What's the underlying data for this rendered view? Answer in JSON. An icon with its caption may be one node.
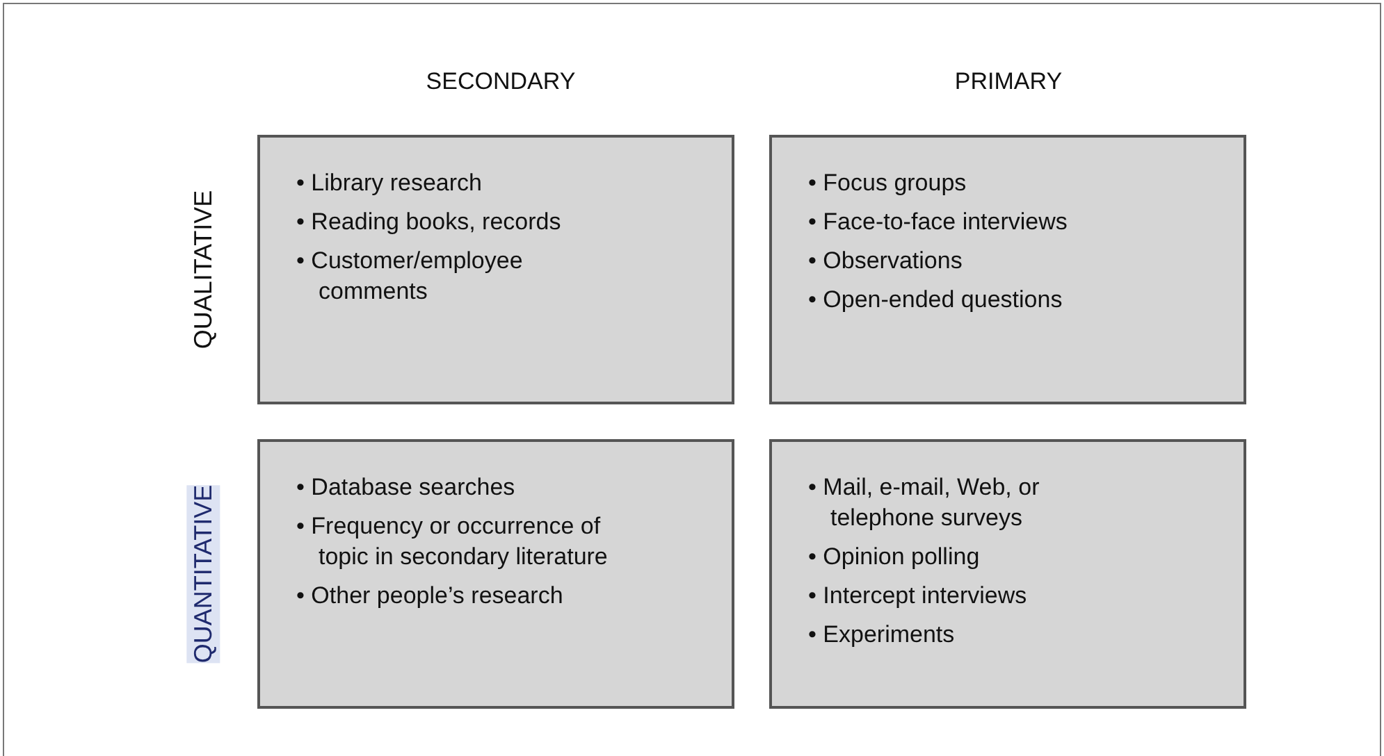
{
  "diagram": {
    "nodes": [
      {
        "text": [
          "• Library research",
          "• Reading books, records",
          "• Customer/employee comments"
        ]
      },
      {
        "text": [
          "• Focus groups",
          "• Face-to-face interviews",
          "• Observations",
          "• Open-ended questions"
        ]
      },
      {
        "text": [
          "• Database searches",
          "• Frequency or occurrence of topic in secondary literature",
          "• Other people’s research"
        ]
      },
      {
        "text": [
          "• Mail, e-mail, Web, or telephone surveys",
          "• Opinion polling",
          "• Intercept interviews",
          "• Experiments"
        ]
      }
    ],
    "labels": [
      "SECONDARY",
      "PRIMARY",
      "QUALITATIVE",
      "QUANTITATIVE"
    ]
  }
}
